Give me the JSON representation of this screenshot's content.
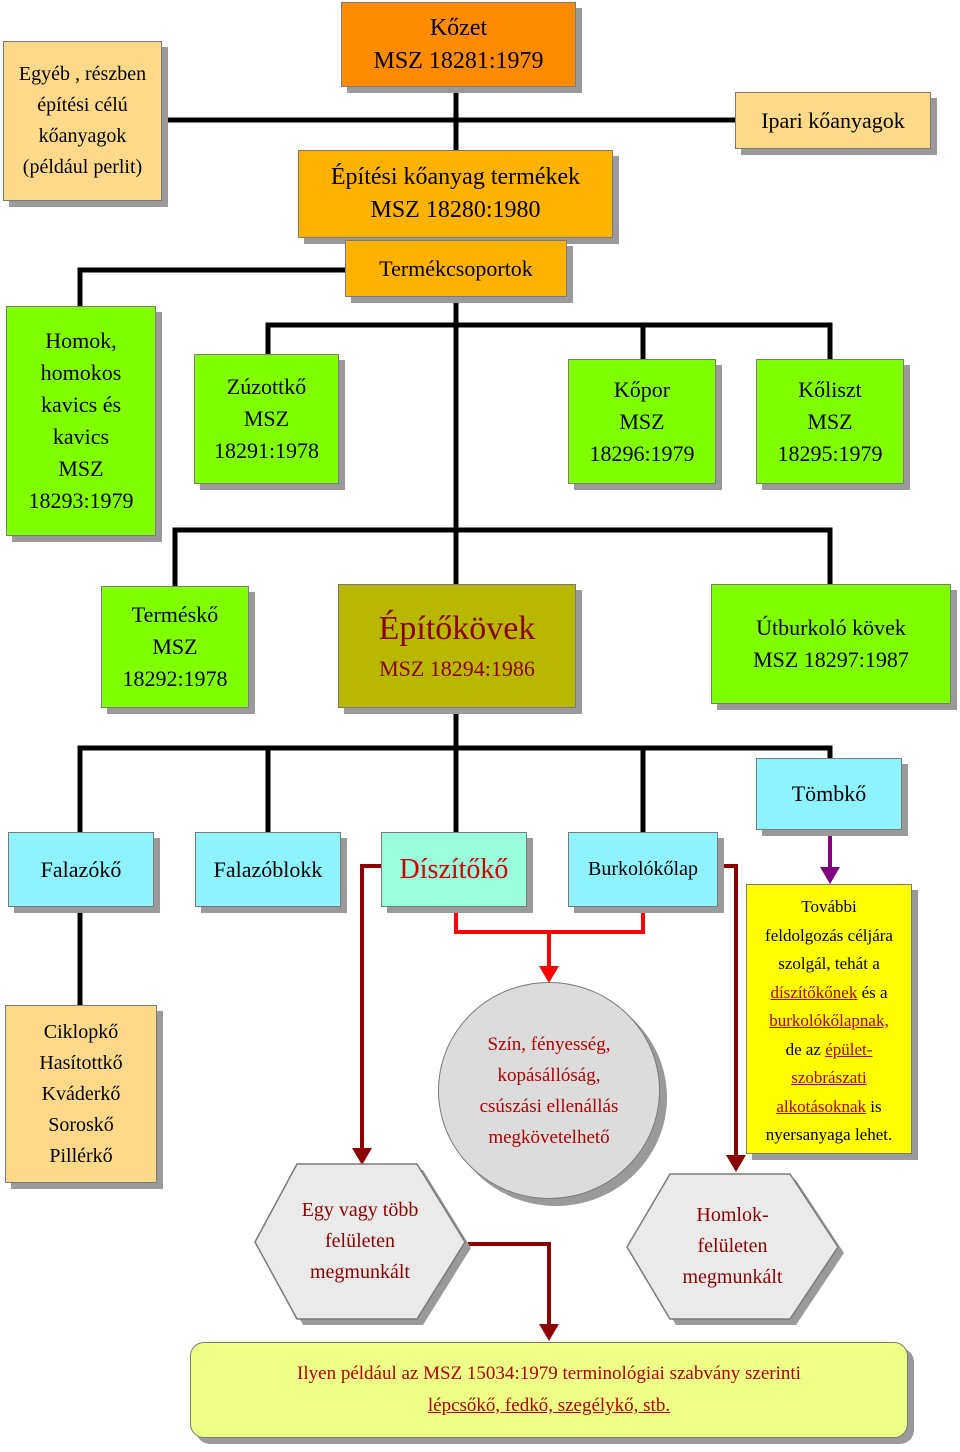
{
  "root": {
    "line1": "Kőzet",
    "line2": "MSZ 18281:1979"
  },
  "side_left": {
    "lines": [
      "Egyéb , részben",
      "építési célú",
      "kőanyagok",
      "(például perlit)"
    ]
  },
  "side_right": {
    "label": "Ipari kőanyagok"
  },
  "products": {
    "line1": "Építési kőanyag termékek",
    "line2": "MSZ 18280:1980"
  },
  "groups": {
    "label": "Termékcsoportok"
  },
  "homok": {
    "lines": [
      "Homok,",
      "homokos",
      "kavics és",
      "kavics",
      "MSZ",
      "18293:1979"
    ]
  },
  "zuzottko": {
    "lines": [
      "Zúzottkő",
      "MSZ",
      "18291:1978"
    ]
  },
  "kopor": {
    "lines": [
      "Kőpor",
      "MSZ",
      "18296:1979"
    ]
  },
  "koliszt": {
    "lines": [
      "Kőliszt",
      "MSZ",
      "18295:1979"
    ]
  },
  "termesko": {
    "lines": [
      "Terméskő",
      "MSZ",
      "18292:1978"
    ]
  },
  "epitokovek": {
    "title": "Építőkövek",
    "code": "MSZ 18294:1986"
  },
  "utburkolo": {
    "lines": [
      "Útburkoló kövek",
      "MSZ 18297:1987"
    ]
  },
  "tombko": {
    "label": "Tömbkő"
  },
  "falazoko": {
    "label": "Falazókő"
  },
  "falazoblokk": {
    "label": "Falazóblokk"
  },
  "diszitoko": {
    "label": "Díszítőkő"
  },
  "burkolokolap": {
    "label": "Burkolókőlap"
  },
  "tovabbi": {
    "l1": "További",
    "l2": "feldolgozás céljára",
    "l3": "szolgál, tehát a",
    "l4a": "díszítőkőnek",
    "l4b": " és a",
    "l5": "burkolókőlapnak,",
    "l6a": "de az ",
    "l6b": "épület-",
    "l7": "szobrászati",
    "l8a": "alkotásoknak",
    "l8b": " is",
    "l9": "nyersanyaga lehet."
  },
  "falazo_list": {
    "lines": [
      "Ciklopkő",
      "Hasítottkő",
      "Kváderkő",
      "Soroskő",
      "Pillérkő"
    ]
  },
  "requirements": {
    "lines": [
      "Szín, fényesség,",
      "kopásállóság,",
      "csúszási ellenállás",
      "megkövetelhető"
    ]
  },
  "hex_left": {
    "lines": [
      "Egy vagy több",
      "felületen",
      "megmunkált"
    ]
  },
  "hex_right": {
    "lines": [
      "Homlok-",
      "felületen",
      "megmunkált"
    ]
  },
  "bottom": {
    "line1": "Ilyen például az MSZ 15034:1979 terminológiai szabvány szerinti",
    "line2": "lépcsőkő, fedkő, szegélykő, stb."
  },
  "colors": {
    "orange": "#ff8c00",
    "amber": "#ffb300",
    "tan": "#ffd98a",
    "green": "#80ff00",
    "olive": "#b8b800",
    "cyan": "#8ff3ff",
    "mint": "#99ffdd",
    "yellow": "#ffff00",
    "lime": "#eeff88",
    "connector_black": "#000000",
    "connector_red": "#ff0000",
    "connector_darkred": "#8b0000",
    "connector_purple": "#800080"
  }
}
